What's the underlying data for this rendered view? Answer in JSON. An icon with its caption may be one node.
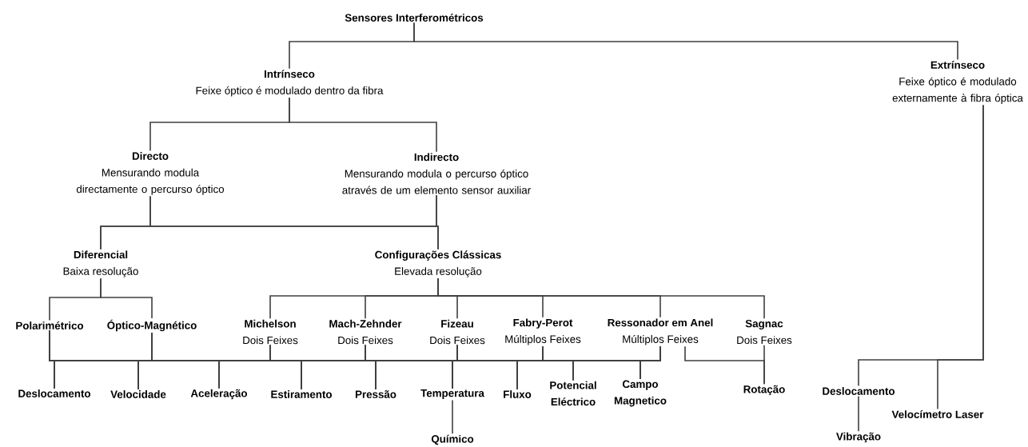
{
  "diagram": {
    "nodes": [
      {
        "text": [
          "Sensores Interferométricos"
        ]
      },
      {
        "text": [
          "Intrínseco",
          "Feixe óptico é modulado dentro da fibra"
        ]
      },
      {
        "text": [
          "Extrínseco",
          "Feixe óptico é modulado externamente à fibra óptica"
        ]
      },
      {
        "text": [
          "Directo",
          "Mensurando modula directamente o percurso óptico"
        ]
      },
      {
        "text": [
          "Indirecto",
          "Mensurando modula o percurso óptico através de um elemento sensor auxiliar"
        ]
      },
      {
        "text": [
          "Diferencial",
          "Baixa resolução"
        ]
      },
      {
        "text": [
          "Configurações Clássicas",
          "Elevada resolução"
        ]
      },
      {
        "text": [
          "Polarimétrico"
        ]
      },
      {
        "text": [
          "Óptico-Magnético"
        ]
      },
      {
        "text": [
          "Michelson",
          "Dois Feixes"
        ]
      },
      {
        "text": [
          "Mach-Zehnder",
          "Dois Feixes"
        ]
      },
      {
        "text": [
          "Fizeau",
          "Dois Feixes"
        ]
      },
      {
        "text": [
          "Fabry-Perot",
          "Múltiplos Feixes"
        ]
      },
      {
        "text": [
          "Ressonador em Anel",
          "Múltiplos Feixes"
        ]
      },
      {
        "text": [
          "Sagnac",
          "Dois Feixes"
        ]
      },
      {
        "text": [
          "Deslocamento"
        ]
      },
      {
        "text": [
          "Velocidade"
        ]
      },
      {
        "text": [
          "Aceleração"
        ]
      },
      {
        "text": [
          "Estiramento"
        ]
      },
      {
        "text": [
          "Pressão"
        ]
      },
      {
        "text": [
          "Temperatura"
        ]
      },
      {
        "text": [
          "Fluxo"
        ]
      },
      {
        "text": [
          "Potencial Eléctrico"
        ]
      },
      {
        "text": [
          "Campo Magnetico"
        ]
      },
      {
        "text": [
          "Rotação"
        ]
      },
      {
        "text": [
          "Deslocamento"
        ]
      },
      {
        "text": [
          "Velocímetro Laser"
        ]
      },
      {
        "text": [
          "Químico"
        ]
      },
      {
        "text": [
          "Vibração"
        ]
      }
    ],
    "edges": [
      {
        "from": 0,
        "to": 1,
        "arrow": "none"
      },
      {
        "from": 0,
        "to": 2,
        "arrow": "none"
      },
      {
        "from": 1,
        "to": 3,
        "arrow": "none"
      },
      {
        "from": 1,
        "to": 4,
        "arrow": "none"
      },
      {
        "from": 3,
        "to": 5,
        "arrow": "none"
      },
      {
        "from": 3,
        "to": 6,
        "arrow": "none"
      },
      {
        "from": 4,
        "to": 5,
        "arrow": "none"
      },
      {
        "from": 4,
        "to": 6,
        "arrow": "none"
      },
      {
        "from": 5,
        "to": 7,
        "arrow": "none"
      },
      {
        "from": 5,
        "to": 8,
        "arrow": "none"
      },
      {
        "from": 6,
        "to": 9,
        "arrow": "none"
      },
      {
        "from": 6,
        "to": 10,
        "arrow": "none"
      },
      {
        "from": 6,
        "to": 11,
        "arrow": "none"
      },
      {
        "from": 6,
        "to": 12,
        "arrow": "none"
      },
      {
        "from": 6,
        "to": 13,
        "arrow": "none"
      },
      {
        "from": 6,
        "to": 14,
        "arrow": "none"
      },
      {
        "from": 7,
        "to": 15,
        "arrow": "none"
      },
      {
        "from": 7,
        "to": 16,
        "arrow": "none"
      },
      {
        "from": 7,
        "to": 17,
        "arrow": "none"
      },
      {
        "from": 7,
        "to": 18,
        "arrow": "none"
      },
      {
        "from": 7,
        "to": 19,
        "arrow": "none"
      },
      {
        "from": 7,
        "to": 20,
        "arrow": "none"
      },
      {
        "from": 7,
        "to": 21,
        "arrow": "none"
      },
      {
        "from": 7,
        "to": 22,
        "arrow": "none"
      },
      {
        "from": 7,
        "to": 23,
        "arrow": "none"
      },
      {
        "from": 8,
        "to": 15,
        "arrow": "none"
      },
      {
        "from": 8,
        "to": 16,
        "arrow": "none"
      },
      {
        "from": 8,
        "to": 17,
        "arrow": "none"
      },
      {
        "from": 8,
        "to": 18,
        "arrow": "none"
      },
      {
        "from": 8,
        "to": 19,
        "arrow": "none"
      },
      {
        "from": 8,
        "to": 20,
        "arrow": "none"
      },
      {
        "from": 8,
        "to": 21,
        "arrow": "none"
      },
      {
        "from": 8,
        "to": 22,
        "arrow": "none"
      },
      {
        "from": 8,
        "to": 23,
        "arrow": "none"
      },
      {
        "from": 9,
        "to": 15,
        "arrow": "none"
      },
      {
        "from": 9,
        "to": 16,
        "arrow": "none"
      },
      {
        "from": 9,
        "to": 17,
        "arrow": "none"
      },
      {
        "from": 9,
        "to": 18,
        "arrow": "none"
      },
      {
        "from": 9,
        "to": 19,
        "arrow": "none"
      },
      {
        "from": 9,
        "to": 20,
        "arrow": "none"
      },
      {
        "from": 9,
        "to": 21,
        "arrow": "none"
      },
      {
        "from": 9,
        "to": 22,
        "arrow": "none"
      },
      {
        "from": 9,
        "to": 23,
        "arrow": "none"
      },
      {
        "from": 10,
        "to": 15,
        "arrow": "none"
      },
      {
        "from": 10,
        "to": 16,
        "arrow": "none"
      },
      {
        "from": 10,
        "to": 17,
        "arrow": "none"
      },
      {
        "from": 10,
        "to": 18,
        "arrow": "none"
      },
      {
        "from": 10,
        "to": 19,
        "arrow": "none"
      },
      {
        "from": 10,
        "to": 20,
        "arrow": "none"
      },
      {
        "from": 10,
        "to": 21,
        "arrow": "none"
      },
      {
        "from": 10,
        "to": 22,
        "arrow": "none"
      },
      {
        "from": 10,
        "to": 23,
        "arrow": "none"
      },
      {
        "from": 11,
        "to": 15,
        "arrow": "none"
      },
      {
        "from": 11,
        "to": 16,
        "arrow": "none"
      },
      {
        "from": 11,
        "to": 17,
        "arrow": "none"
      },
      {
        "from": 11,
        "to": 18,
        "arrow": "none"
      },
      {
        "from": 11,
        "to": 19,
        "arrow": "none"
      },
      {
        "from": 11,
        "to": 20,
        "arrow": "none"
      },
      {
        "from": 11,
        "to": 21,
        "arrow": "none"
      },
      {
        "from": 11,
        "to": 22,
        "arrow": "none"
      },
      {
        "from": 11,
        "to": 23,
        "arrow": "none"
      },
      {
        "from": 12,
        "to": 15,
        "arrow": "none"
      },
      {
        "from": 12,
        "to": 16,
        "arrow": "none"
      },
      {
        "from": 12,
        "to": 17,
        "arrow": "none"
      },
      {
        "from": 12,
        "to": 18,
        "arrow": "none"
      },
      {
        "from": 12,
        "to": 19,
        "arrow": "none"
      },
      {
        "from": 12,
        "to": 20,
        "arrow": "none"
      },
      {
        "from": 12,
        "to": 21,
        "arrow": "none"
      },
      {
        "from": 12,
        "to": 22,
        "arrow": "none"
      },
      {
        "from": 12,
        "to": 23,
        "arrow": "none"
      },
      {
        "from": 13,
        "to": 15,
        "arrow": "none"
      },
      {
        "from": 13,
        "to": 16,
        "arrow": "none"
      },
      {
        "from": 13,
        "to": 17,
        "arrow": "none"
      },
      {
        "from": 13,
        "to": 18,
        "arrow": "none"
      },
      {
        "from": 13,
        "to": 19,
        "arrow": "none"
      },
      {
        "from": 13,
        "to": 20,
        "arrow": "none"
      },
      {
        "from": 13,
        "to": 21,
        "arrow": "none"
      },
      {
        "from": 13,
        "to": 22,
        "arrow": "none"
      },
      {
        "from": 13,
        "to": 23,
        "arrow": "none"
      },
      {
        "from": 13,
        "to": 24,
        "arrow": "none"
      },
      {
        "from": 14,
        "to": 24,
        "arrow": "none"
      },
      {
        "from": 20,
        "to": 27,
        "arrow": "none"
      },
      {
        "from": 2,
        "to": 25,
        "arrow": "none"
      },
      {
        "from": 2,
        "to": 26,
        "arrow": "none"
      },
      {
        "from": 25,
        "to": 28,
        "arrow": "none"
      }
    ]
  }
}
